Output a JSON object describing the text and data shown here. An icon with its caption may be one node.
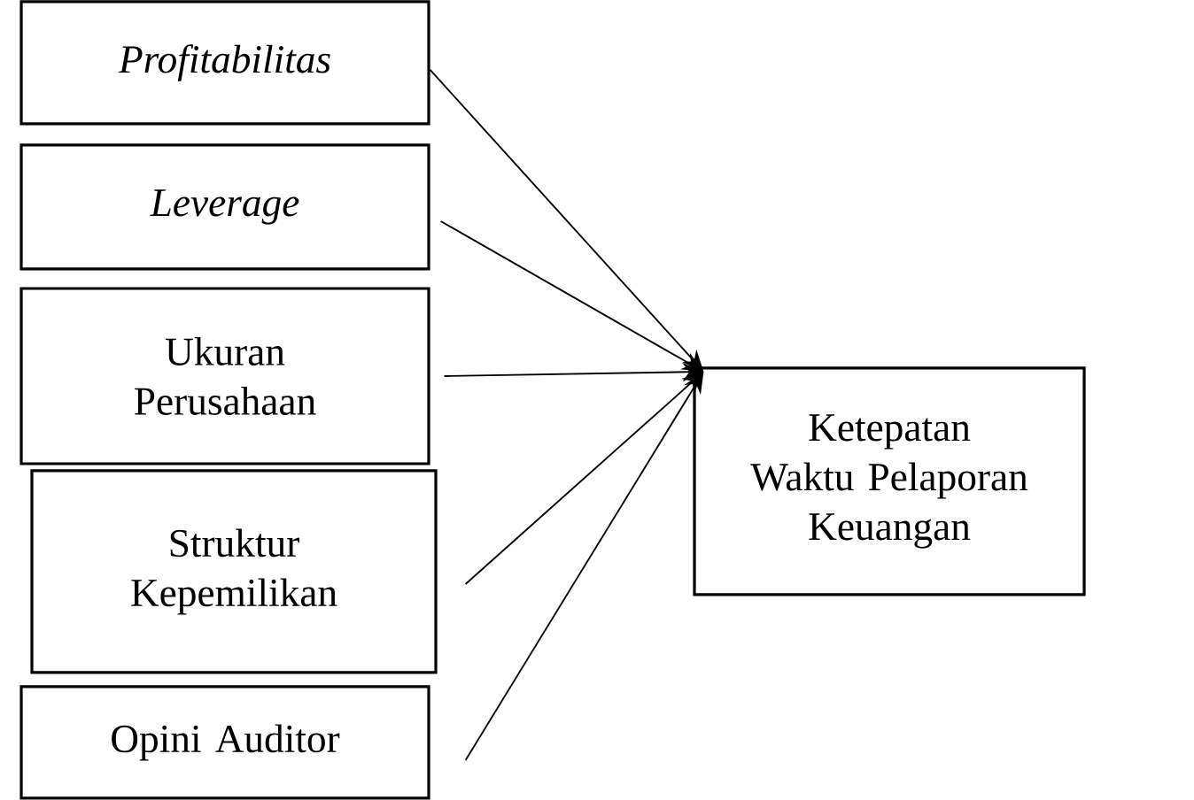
{
  "diagram": {
    "nodes": [
      {
        "text": [
          "Profitabilitas"
        ]
      },
      {
        "text": [
          "Leverage"
        ]
      },
      {
        "text": [
          "Ukuran Perusahaan"
        ]
      },
      {
        "text": [
          "Struktur Kepemilikan"
        ]
      },
      {
        "text": [
          "Opini Auditor"
        ]
      },
      {
        "text": [
          "Ketepatan Waktu Pelaporan Keuangan"
        ]
      }
    ],
    "edges": [
      {
        "from": 0,
        "to": 5,
        "arrow": "to"
      },
      {
        "from": 1,
        "to": 5,
        "arrow": "to"
      },
      {
        "from": 2,
        "to": 5,
        "arrow": "to"
      },
      {
        "from": 3,
        "to": 5,
        "arrow": "to"
      },
      {
        "from": 4,
        "to": 5,
        "arrow": "to"
      }
    ]
  }
}
